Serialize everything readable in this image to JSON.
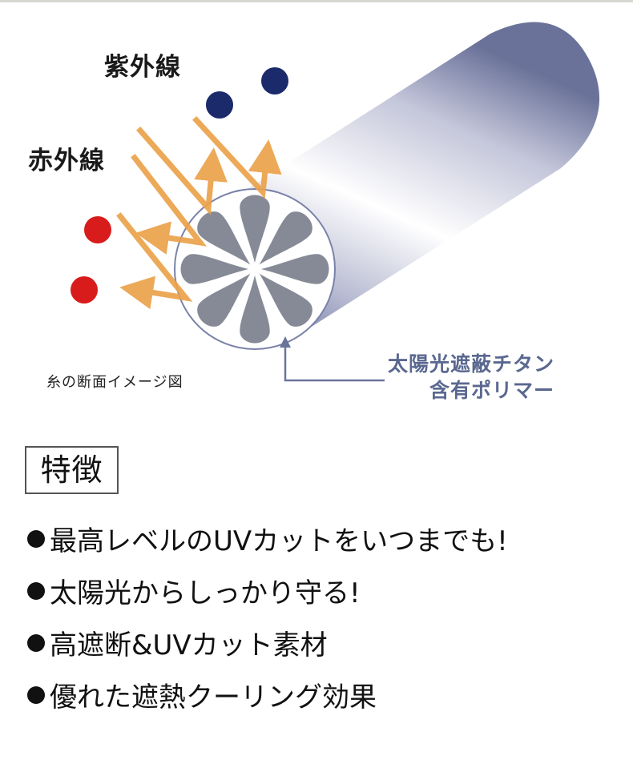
{
  "diagram": {
    "uv_label": "紫外線",
    "ir_label": "赤外線",
    "cross_section_caption": "糸の断面イメージ図",
    "polymer_label_line1": "太陽光遮蔽チタン",
    "polymer_label_line2": "含有ポリマー",
    "colors": {
      "uv_dot": "#1b2a6b",
      "ir_dot": "#d81c1c",
      "ray": "#eba24a",
      "cylinder_edge": "#7a82a8",
      "petal": "#858a96",
      "polymer_label": "#5a6890"
    }
  },
  "features": {
    "title": "特徴",
    "items": [
      "最高レベルのUVカットをいつまでも!",
      "太陽光からしっかり守る!",
      "高遮断&UVカット素材",
      "優れた遮熱クーリング効果"
    ]
  }
}
